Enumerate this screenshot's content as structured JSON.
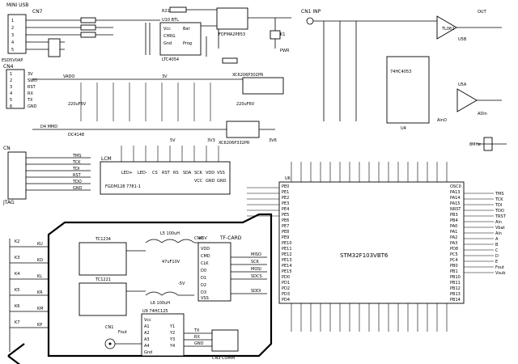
{
  "blocks": {
    "usb": {
      "title": "MINI USB",
      "conn": "CN7",
      "esd": "ESD5V0AP",
      "pins": [
        "1",
        "2",
        "3",
        "4",
        "5"
      ]
    },
    "charger": {
      "chip": "U10 BTL",
      "part": "LTC4054",
      "pins": [
        "Vcc",
        "Bat",
        "CHRG",
        "Gnd",
        "Prog"
      ],
      "r_label": "R21",
      "schottky": "FDFMA2P853",
      "sw": "K1",
      "sw_label": "PWR"
    },
    "ldo": {
      "chip": "XC6206P302PR",
      "chip2": "XC6206P332PR",
      "cap1": "220uF6V",
      "cap2": "220uF6V",
      "net_vado": "VADO",
      "net_3v": "3V",
      "net_5v": "5V",
      "net_3v3": "3V3",
      "net_3v6": "3V6"
    },
    "conn_cn4": {
      "title": "CN4",
      "pins": [
        "1",
        "2",
        "3",
        "4",
        "5",
        "6"
      ],
      "nets": [
        "3V",
        "SWD",
        "RST",
        "RX",
        "TX",
        "GND"
      ]
    },
    "jtag": {
      "title": "JTAG",
      "conn": "CN",
      "nets": [
        "TMS",
        "TCK",
        "TDI",
        "RST",
        "TDO",
        "GND"
      ],
      "led": "D4 MMD",
      "diode_label": "DC4148"
    },
    "lcm": {
      "title": "LCM",
      "part": "FGDM128 7781-1",
      "pins": [
        "LED+",
        "LED-",
        "CS",
        "RST",
        "RS",
        "SDA",
        "SCK",
        "VDD",
        "VSS",
        "GND",
        "GND",
        "VCC"
      ]
    },
    "amp": {
      "input": "CN1 INP",
      "chip": "U4",
      "part": "74HC4053",
      "opamp": "TL062",
      "opamp_ref": "U5B",
      "opamp2_ref": "U5A",
      "out": "OUT",
      "nets": [
        "AinO",
        "ADin"
      ]
    },
    "mcu": {
      "ref": "U6",
      "part": "STM32F103VBT6",
      "crystal": "8MHz",
      "left_pins": [
        "PE0",
        "PE1",
        "PE2",
        "PE3",
        "PE4",
        "PE5",
        "PE6",
        "PE7",
        "PE8",
        "PE9",
        "PE10",
        "PE11",
        "PE12",
        "PE13",
        "PE14",
        "PE15",
        "PD0",
        "PD1",
        "PD2",
        "PD3",
        "PD4"
      ],
      "right_pins": [
        "OSC0",
        "PA13",
        "PA14",
        "PA15",
        "NRST",
        "PB3",
        "PB4",
        "PA0",
        "PA1",
        "PA2",
        "PA3",
        "PD8",
        "PC5",
        "PC4",
        "PB0",
        "PB1",
        "PB10",
        "PB11",
        "PB12",
        "PB13",
        "PB14"
      ],
      "right_nets": [
        "TMS",
        "TCK",
        "TDI",
        "TDO",
        "TRST",
        "Ain",
        "Vbat",
        "Ain",
        "A",
        "B",
        "C",
        "D",
        "E",
        "Fout",
        "Vsub"
      ]
    },
    "buttons": {
      "items": [
        "K2",
        "K3",
        "K4",
        "K5",
        "K6",
        "K7"
      ],
      "nets": [
        "KU",
        "KD",
        "KL",
        "KR",
        "KM",
        "KP"
      ]
    },
    "sd": {
      "title": "TF-CARD",
      "conn": "CN6",
      "pins": [
        "VDD",
        "CMD",
        "CLK",
        "D0",
        "D1",
        "D2",
        "D3",
        "VSS"
      ],
      "nets": [
        "MISO",
        "SCK",
        "MOSI",
        "SDCS",
        "SDDI"
      ]
    },
    "power2": {
      "chip_a": "TC1234",
      "chip_b": "TC1221",
      "chip_c": "U9 74HC125",
      "inductor": "L5 100uH",
      "inductor2": "L6 100uH",
      "cap": "47uF10V",
      "net": "+5V",
      "net2": "-5V"
    },
    "buffer": {
      "chip": "U9",
      "part": "74HC125",
      "pins": [
        "Vcc",
        "A1",
        "Y1",
        "A2",
        "Y2",
        "A3",
        "Y3",
        "A4",
        "Y4",
        "Gnd"
      ],
      "conn": "CN3 COMM",
      "nets": [
        "TX",
        "RX",
        "GND"
      ]
    },
    "output": {
      "conn": "CN1",
      "label": "Fout"
    }
  }
}
